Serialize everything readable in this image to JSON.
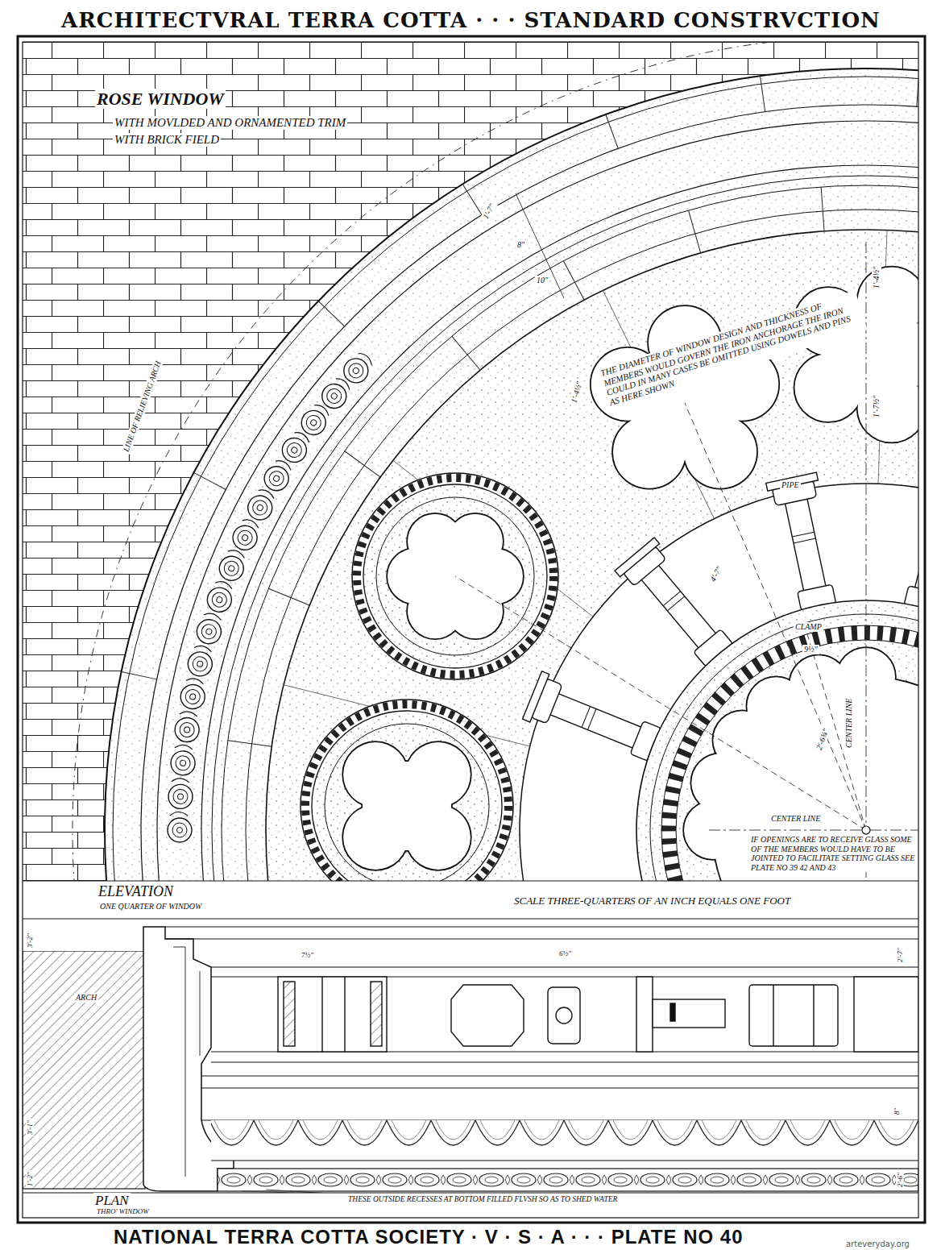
{
  "diagram": {
    "title": "ARCHITECTVRAL TERRA COTTA · · · STANDARD CONSTRVCTION",
    "caption": "NATIONAL TERRA COTTA SOCIETY · V · S · A · · · PLATE NO 40",
    "labels": [
      "ROSE WINDOW",
      "WITH MOVLDED AND ORNAMENTED TRIM",
      "WITH BRICK FIELD",
      "LINE OF RELIEVING ARCH",
      "THE DIAMETER OF WINDOW DESIGN AND THICKNESS OF MEMBERS WOULD GOVERN THE IRON ANCHORAGE THE IRON COULD IN MANY CASES BE OMITTED USING DOWELS AND PINS AS HERE SHOWN",
      "PIPE",
      "CLAMP",
      "CENTER LINE",
      "CENTER LINE",
      "IF OPENINGS ARE TO RECEIVE GLASS SOME OF THE MEMBERS WOULD HAVE TO BE JOINTED TO FACILITATE SETTING GLASS SEE PLATE NO 39 42 AND 43",
      "ELEVATION",
      "ONE QUARTER OF WINDOW",
      "SCALE THREE-QUARTERS OF AN INCH EQUALS ONE FOOT",
      "ARCH",
      "PLAN",
      "THRO' WINDOW",
      "THESE OUTSIDE RECESSES AT BOTTOM FILLED FLVSH SO AS TO SHED WATER",
      "1'-7\"",
      "8\"",
      "10\"",
      "1'-4½\"",
      "1'-4½\"",
      "1'-7½\"",
      "4'-7\"",
      "2'-6¾\"",
      "9½\"",
      "3'-2\"",
      "3'-1\"",
      "1'-2\"",
      "7½\"",
      "6½\"",
      "8\"",
      "2'-7\"",
      "2'-6\"",
      "arteveryday.org"
    ]
  }
}
